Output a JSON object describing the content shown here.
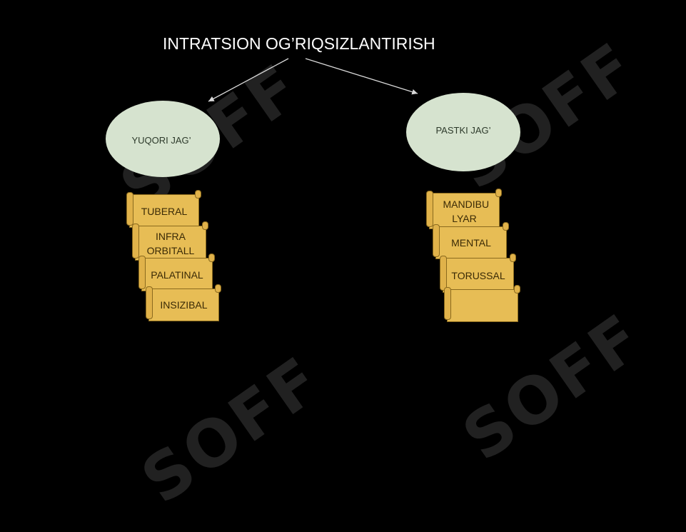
{
  "title": "INTRATSION OG’RIQSIZLANTIRISH",
  "watermark": "SOFF",
  "left_branch": {
    "label": "YUQORI JAG’",
    "items": [
      "TUBERAL",
      "INFRA ORBITALL",
      "PALATINAL",
      "INSIZIBAL"
    ]
  },
  "right_branch": {
    "label": "PASTKI JAG’",
    "items": [
      "MANDIBU LYAR",
      "MENTAL",
      "TORUSSAL",
      ""
    ]
  },
  "colors": {
    "background": "#000000",
    "ellipse": "#d6e3cf",
    "scroll": "#e7bd55",
    "scroll_border": "#8a6a1e",
    "arrow": "#d9d9d9"
  }
}
